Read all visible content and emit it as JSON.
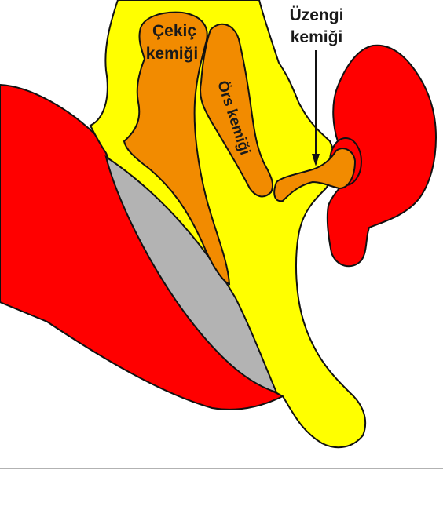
{
  "labels": {
    "malleus_line1": "Çekiç",
    "malleus_line2": "kemiği",
    "incus": "Örs kemiği",
    "stapes_line1": "Üzengi",
    "stapes_line2": "kemiği"
  },
  "colors": {
    "background": "#ffffff",
    "outer_tissue": "#ff0000",
    "middle_ear": "#ffff00",
    "ossicles": "#f28b00",
    "eardrum": "#b3b3b3",
    "outline": "#111111",
    "divider": "#999999"
  }
}
